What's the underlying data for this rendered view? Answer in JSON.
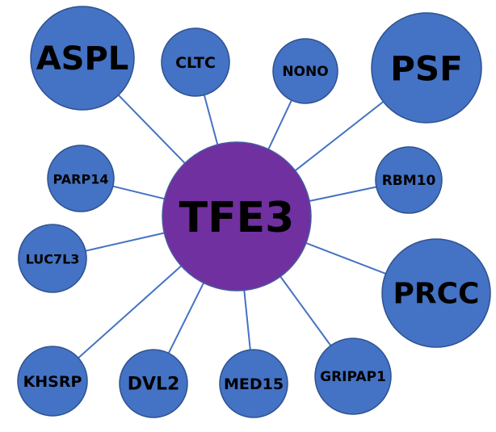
{
  "center": {
    "label": "TFE3",
    "color": "#7030a0"
  },
  "satellite_color": "#4472c4",
  "edge_color": "#4472c4",
  "nodes": [
    {
      "key": "aspl",
      "label": "ASPL"
    },
    {
      "key": "cltc",
      "label": "CLTC"
    },
    {
      "key": "nono",
      "label": "NONO"
    },
    {
      "key": "psf",
      "label": "PSF"
    },
    {
      "key": "parp14",
      "label": "PARP14"
    },
    {
      "key": "rbm10",
      "label": "RBM10"
    },
    {
      "key": "luc7l3",
      "label": "LUC7L3"
    },
    {
      "key": "prcc",
      "label": "PRCC"
    },
    {
      "key": "khsrp",
      "label": "KHSRP"
    },
    {
      "key": "dvl2",
      "label": "DVL2"
    },
    {
      "key": "med15",
      "label": "MED15"
    },
    {
      "key": "gripap1",
      "label": "GRIPAP1"
    }
  ]
}
